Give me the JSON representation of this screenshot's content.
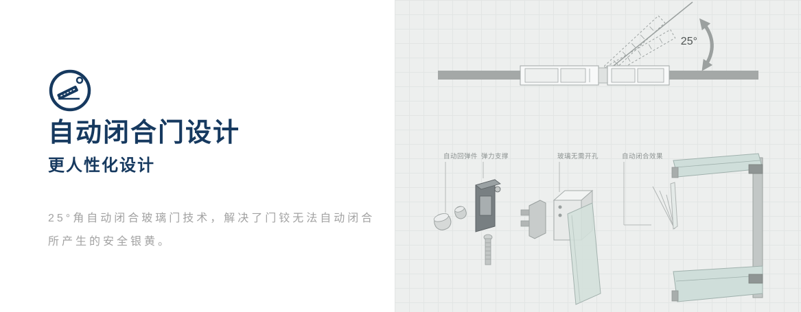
{
  "left": {
    "title": "自动闭合门设计",
    "subtitle": "更人性化设计",
    "description": [
      "25°角自动闭合玻璃门技术，解决了门铰无法自动闭合",
      "所产生的安全银黄。"
    ]
  },
  "diagram_top": {
    "angle_label": "25°"
  },
  "diagram_bottom": {
    "labels": [
      "自动回弹件",
      "弹力支撑",
      "玻璃无需开孔",
      "自动闭合效果"
    ]
  },
  "colors": {
    "accent": "#16395f",
    "muted_text": "#a2a2a2",
    "panel_bg": "#edefee",
    "line_gray": "#9aa09f",
    "glass_green": "#d3e0db"
  }
}
